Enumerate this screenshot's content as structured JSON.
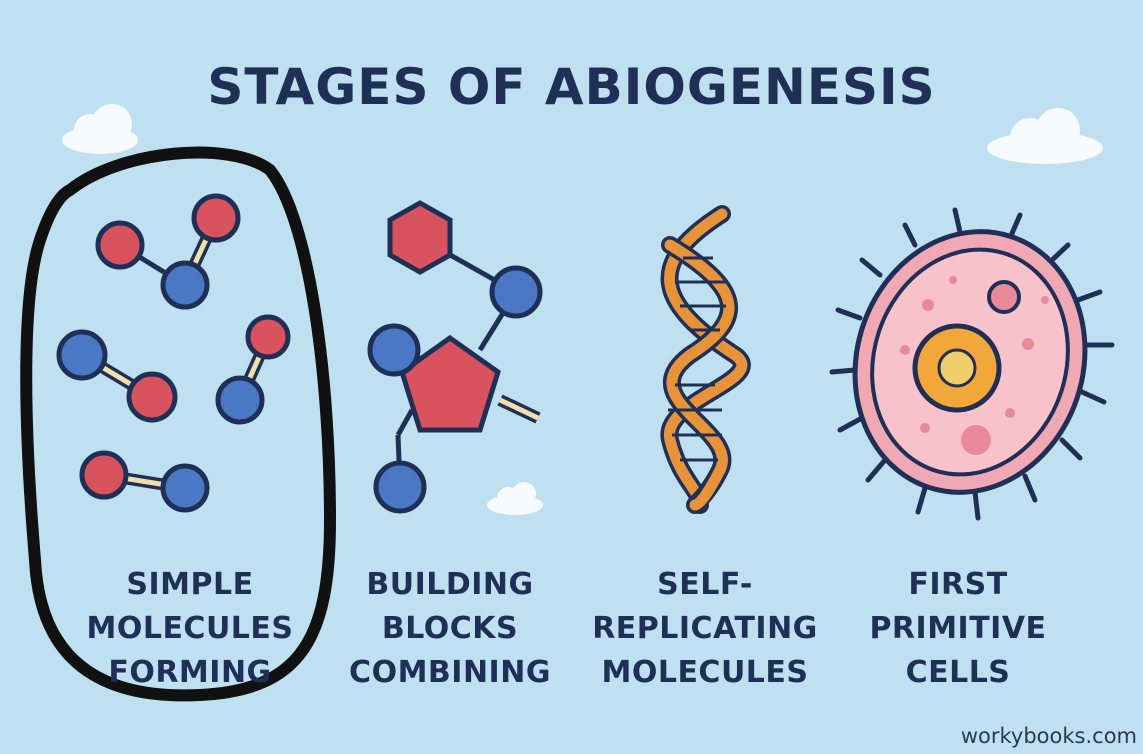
{
  "title": "STAGES OF ABIOGENESIS",
  "stages": [
    {
      "line1": "SIMPLE",
      "line2": "MOLECULES",
      "line3": "FORMING"
    },
    {
      "line1": "BUILDING",
      "line2": "BLOCKS",
      "line3": "COMBINING"
    },
    {
      "line1": "SELF-",
      "line2": "REPLICATING",
      "line3": "MOLECULES"
    },
    {
      "line1": "FIRST",
      "line2": "PRIMITIVE",
      "line3": "CELLS"
    }
  ],
  "watermark": "workybooks.com",
  "colors": {
    "background": "#bfe0f1",
    "outline": "#1f2f55",
    "atom_red": "#d9535e",
    "atom_blue": "#4a78c4",
    "bond": "#f3dfa8",
    "dna_orange": "#e8923a",
    "cell_pink": "#f0a8b4",
    "nucleus": "#f2a73a",
    "annotation": "#111111"
  }
}
